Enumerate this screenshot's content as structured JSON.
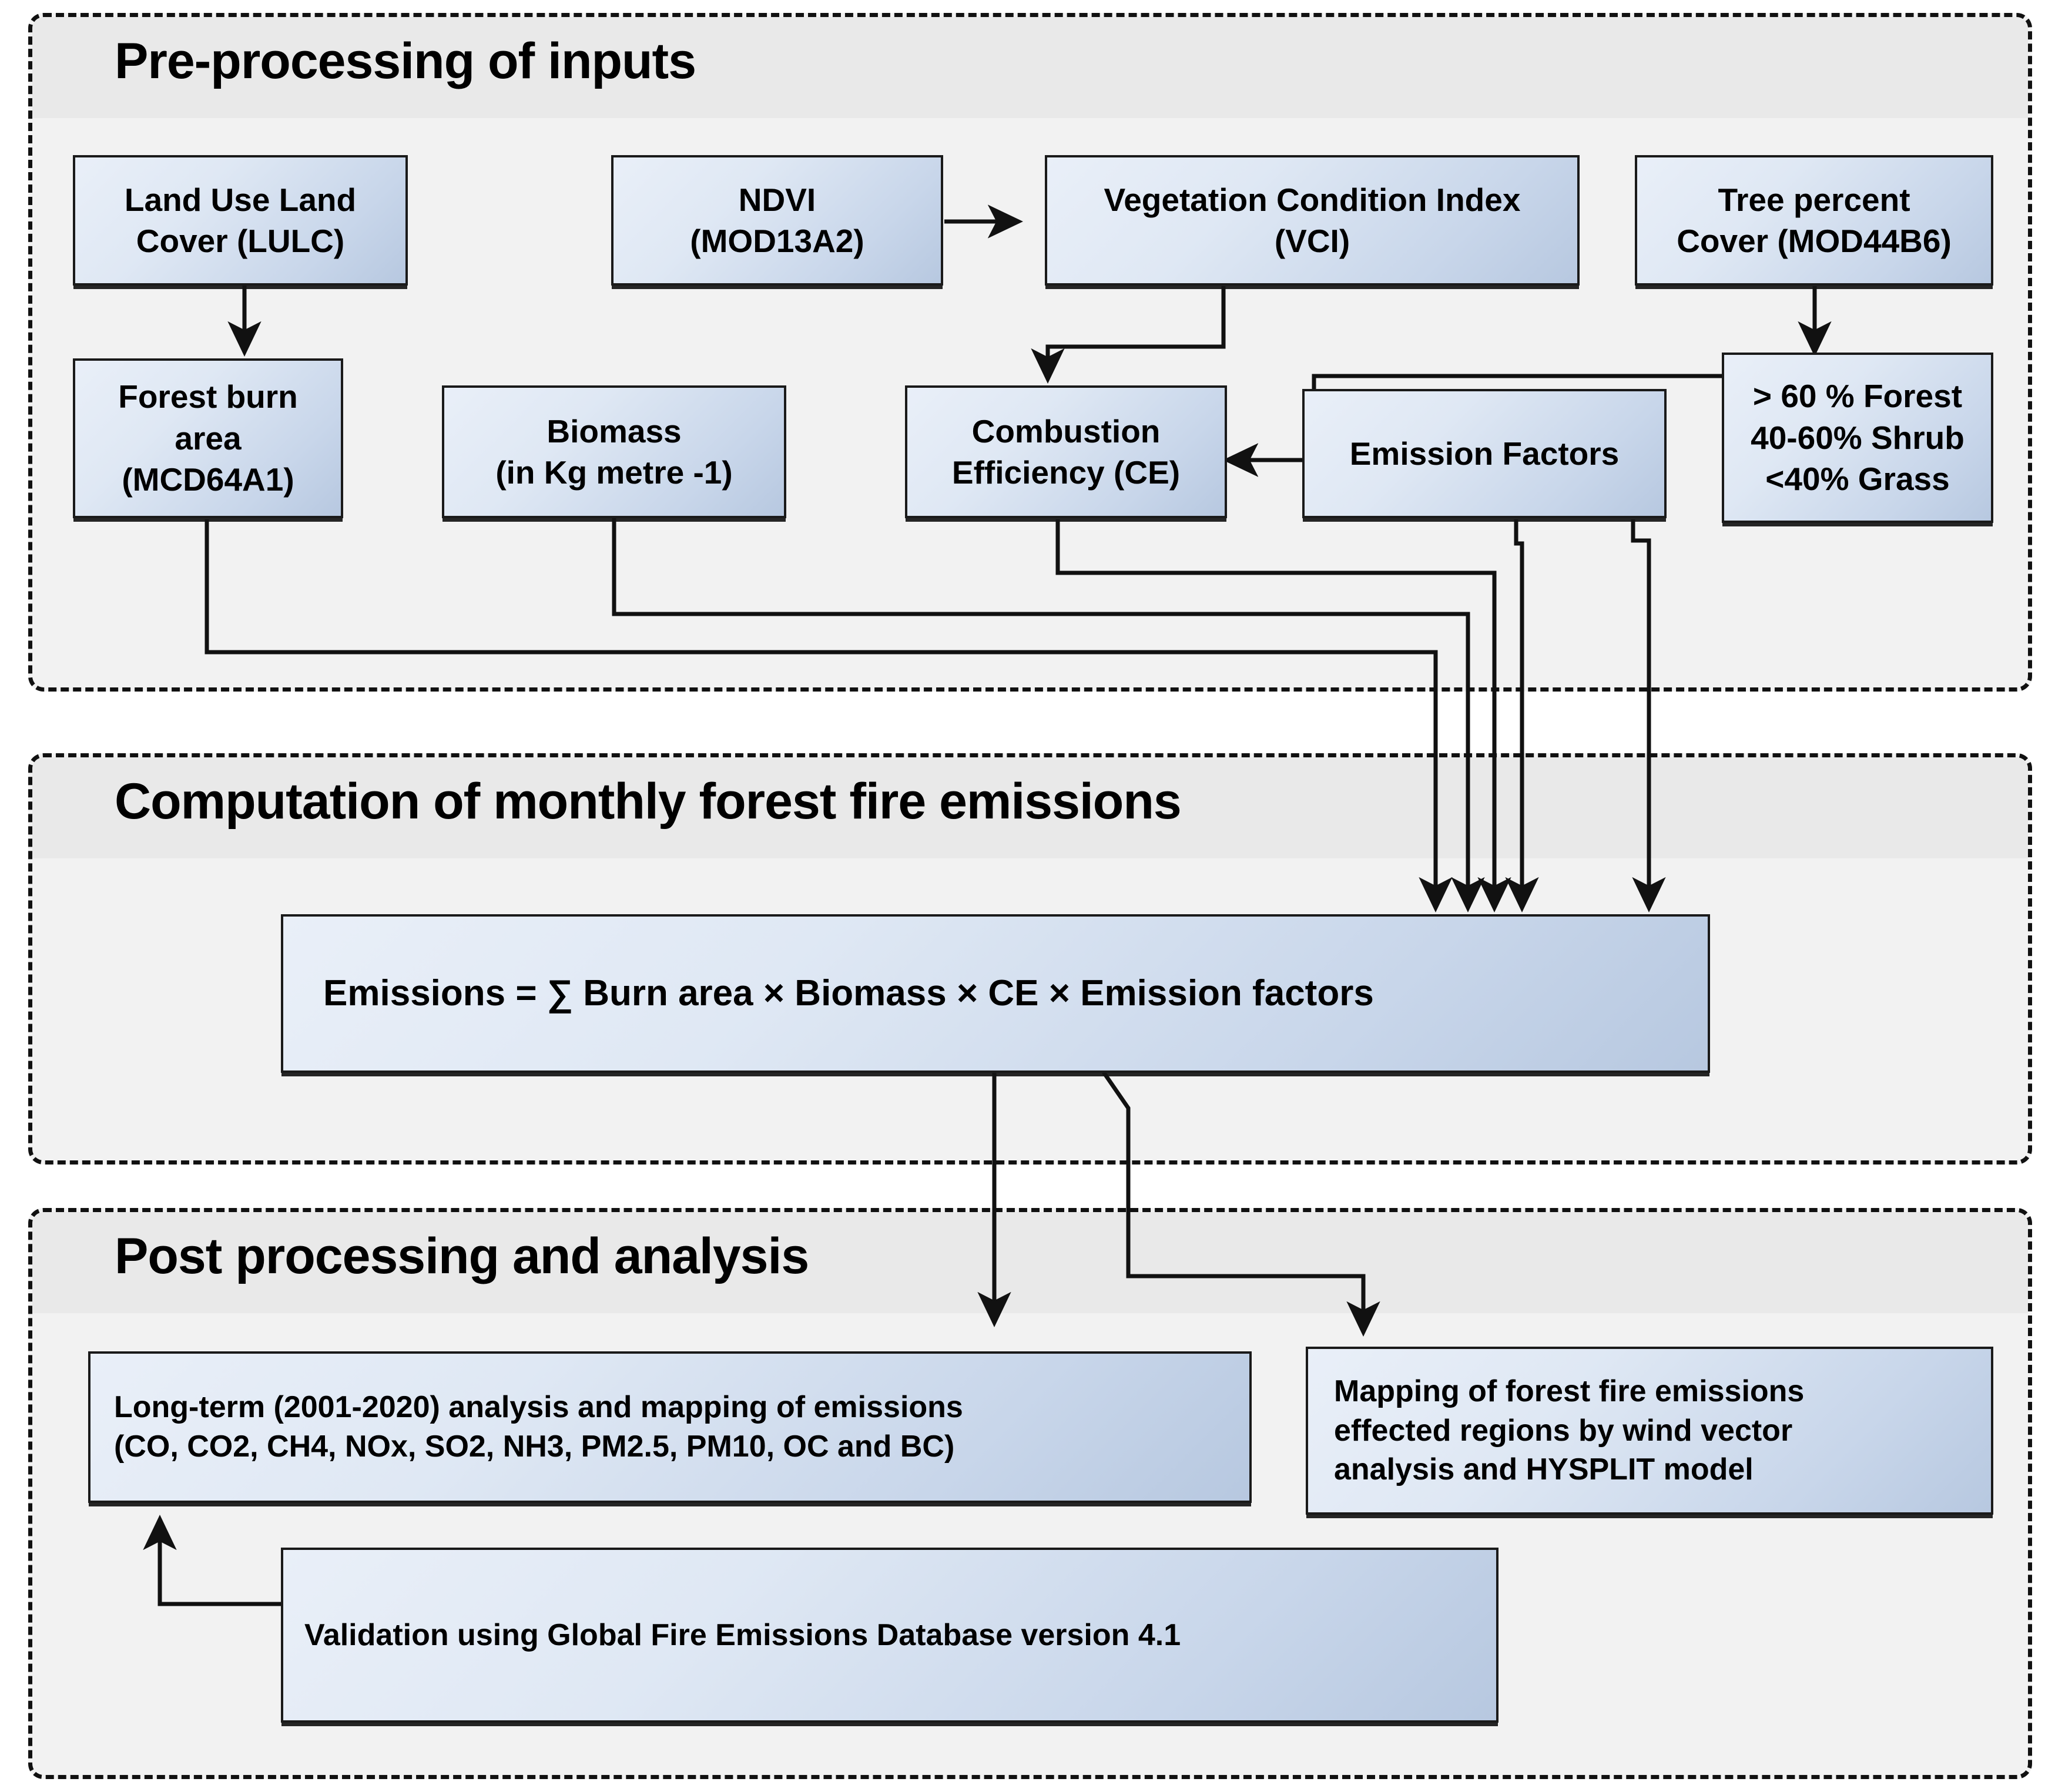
{
  "sections": [
    {
      "id": "pre",
      "title": "Pre-processing of inputs"
    },
    {
      "id": "comp",
      "title": "Computation of monthly forest fire emissions"
    },
    {
      "id": "post",
      "title": "Post processing and analysis"
    }
  ],
  "nodes": {
    "lulc": {
      "label": "Land Use Land\nCover (LULC)"
    },
    "ndvi": {
      "label": "NDVI\n(MOD13A2)"
    },
    "vci": {
      "label": "Vegetation Condition Index\n(VCI)"
    },
    "treecover": {
      "label": "Tree percent\nCover (MOD44B6)"
    },
    "burnarea": {
      "label": "Forest burn\narea\n(MCD64A1)"
    },
    "biomass": {
      "label": "Biomass\n(in Kg metre -1)"
    },
    "combustion": {
      "label": "Combustion\nEfficiency (CE)"
    },
    "emissionfac": {
      "label": "Emission Factors"
    },
    "classes": {
      "label": "> 60 % Forest\n40-60% Shrub\n<40% Grass"
    },
    "equation": {
      "label": "Emissions = ∑ Burn area × Biomass × CE × Emission factors"
    },
    "longterm": {
      "label": "Long-term (2001-2020) analysis and mapping of emissions\n(CO, CO2, CH4, NOx, SO2, NH3, PM2.5, PM10, OC and BC)"
    },
    "mapping": {
      "label": "Mapping of forest fire emissions\neffected regions by wind vector\nanalysis and HYSPLIT model"
    },
    "validation": {
      "label": "Validation using Global Fire Emissions Database version 4.1"
    }
  },
  "edges": [
    {
      "from": "lulc",
      "to": "burnarea",
      "name": "edge-lulc-to-burnarea"
    },
    {
      "from": "ndvi",
      "to": "vci",
      "name": "edge-ndvi-to-vci"
    },
    {
      "from": "vci",
      "to": "combustion",
      "name": "edge-vci-to-combustion"
    },
    {
      "from": "treecover",
      "to": "classes",
      "name": "edge-treecover-to-classes"
    },
    {
      "from": "classes",
      "to": "combustion",
      "name": "edge-classes-to-combustion"
    },
    {
      "from": "burnarea",
      "to": "equation",
      "name": "edge-burnarea-to-equation"
    },
    {
      "from": "biomass",
      "to": "equation",
      "name": "edge-biomass-to-equation"
    },
    {
      "from": "combustion",
      "to": "equation",
      "name": "edge-combustion-to-equation"
    },
    {
      "from": "emissionfac",
      "to": "combustion",
      "name": "edge-emissionfac-to-combustion"
    },
    {
      "from": "emissionfac",
      "to": "equation",
      "name": "edge-emissionfac-to-equation"
    },
    {
      "from": "equation",
      "to": "longterm",
      "name": "edge-equation-to-longterm"
    },
    {
      "from": "equation",
      "to": "mapping",
      "name": "edge-equation-to-mapping"
    },
    {
      "from": "validation",
      "to": "longterm",
      "name": "edge-validation-to-longterm"
    }
  ],
  "colors": {
    "box_fill_light": "#e9eff8",
    "box_fill_dark": "#b7c8e0",
    "box_border": "#1a1a1a",
    "section_body": "#f2f2f2",
    "section_header": "#e9e9e9",
    "connector": "#111111",
    "page_background": "#ffffff"
  }
}
